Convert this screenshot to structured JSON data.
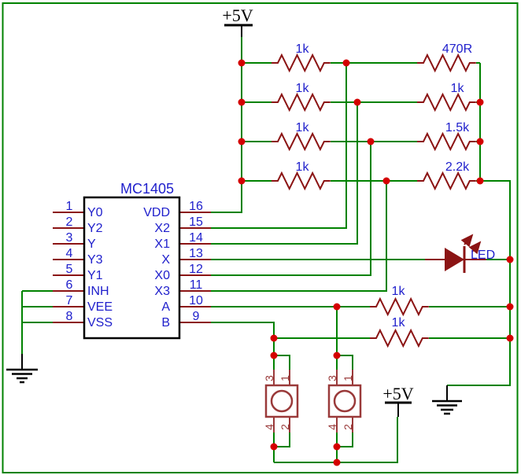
{
  "colors": {
    "wire_green": "#008200",
    "component_maroon": "#8B1414",
    "button_maroon": "#9A3A3A",
    "junction_red": "#D40000",
    "label_blue": "#2020CC",
    "power_black": "#000000",
    "background": "#FFFFFF"
  },
  "power": {
    "top": "+5V",
    "bottom": "+5V"
  },
  "ic": {
    "title": "MC1405",
    "left_pins": [
      {
        "number": "1",
        "name": "Y0"
      },
      {
        "number": "2",
        "name": "Y2"
      },
      {
        "number": "3",
        "name": "Y"
      },
      {
        "number": "4",
        "name": "Y3"
      },
      {
        "number": "5",
        "name": "Y1"
      },
      {
        "number": "6",
        "name": "INH"
      },
      {
        "number": "7",
        "name": "VEE"
      },
      {
        "number": "8",
        "name": "VSS"
      }
    ],
    "right_pins": [
      {
        "number": "16",
        "name": "VDD"
      },
      {
        "number": "15",
        "name": "X2"
      },
      {
        "number": "14",
        "name": "X1"
      },
      {
        "number": "13",
        "name": "X"
      },
      {
        "number": "12",
        "name": "X0"
      },
      {
        "number": "11",
        "name": "X3"
      },
      {
        "number": "10",
        "name": "A"
      },
      {
        "number": "9",
        "name": "B"
      }
    ]
  },
  "resistors": {
    "left_column": [
      "1k",
      "1k",
      "1k",
      "1k"
    ],
    "right_column": [
      "470R",
      "1k",
      "1.5k",
      "2.2k"
    ],
    "bottom": [
      "1k",
      "1k"
    ]
  },
  "led": {
    "label": "LED"
  },
  "buttons": [
    {
      "pin_top_left": "3",
      "pin_top_right": "1",
      "pin_bottom_left": "4",
      "pin_bottom_right": "2"
    },
    {
      "pin_top_left": "3",
      "pin_top_right": "1",
      "pin_bottom_left": "4",
      "pin_bottom_right": "2"
    }
  ]
}
